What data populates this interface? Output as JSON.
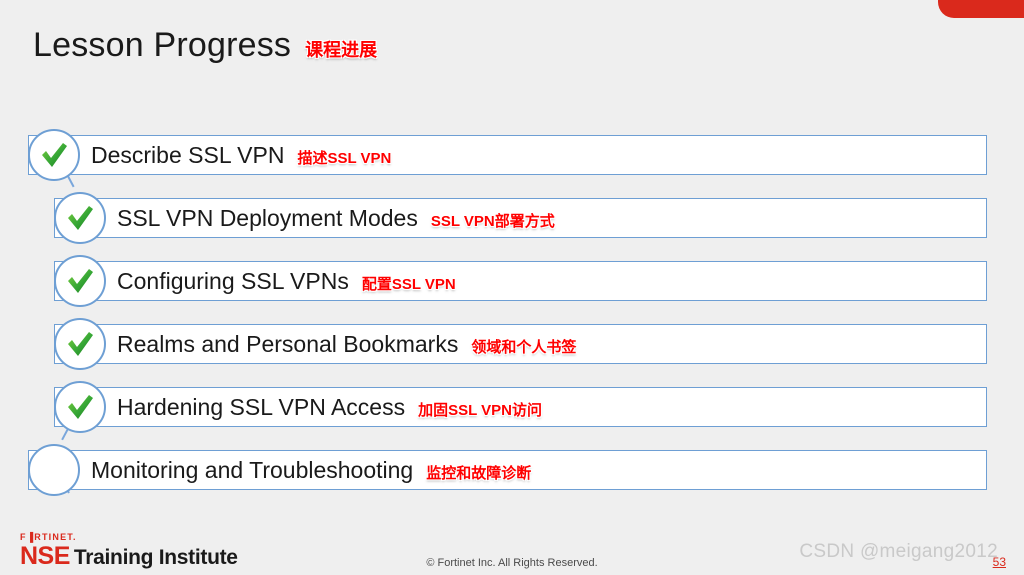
{
  "slide": {
    "title_en": "Lesson Progress",
    "title_cn": "课程进展",
    "accent_color": "#da291c",
    "background_color": "#efefef",
    "row_border_color": "#6e9fd4",
    "check_color": "#2eab2e",
    "cn_text_color": "#ff0000"
  },
  "items": [
    {
      "label_en": "Describe SSL VPN",
      "label_cn": "描述SSL VPN",
      "state": "completed",
      "marker": "check-icon"
    },
    {
      "label_en": "SSL VPN Deployment Modes",
      "label_cn": "SSL VPN部署方式",
      "state": "completed",
      "marker": "check-icon"
    },
    {
      "label_en": "Configuring SSL VPNs",
      "label_cn": "配置SSL VPN",
      "state": "completed",
      "marker": "check-icon"
    },
    {
      "label_en": "Realms and Personal Bookmarks",
      "label_cn": "领域和个人书签",
      "state": "completed",
      "marker": "check-icon"
    },
    {
      "label_en": "Hardening SSL VPN Access",
      "label_cn": "加固SSL VPN访问",
      "state": "completed",
      "marker": "check-icon"
    },
    {
      "label_en": "Monitoring and Troubleshooting",
      "label_cn": "监控和故障诊断",
      "state": "pending",
      "marker": "empty-circle-icon"
    }
  ],
  "footer": {
    "logo_top": "F▐RTINET.",
    "logo_nse": "NSE",
    "logo_institute": "Training Institute",
    "copyright": "© Fortinet Inc. All Rights Reserved.",
    "page_number": "53"
  },
  "watermark": {
    "text": "CSDN @meigang2012"
  }
}
